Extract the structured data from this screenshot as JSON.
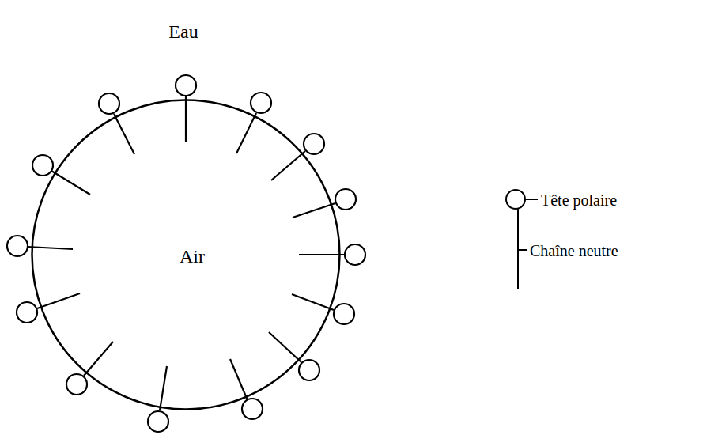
{
  "diagram": {
    "nodes": [
      {
        "text": [
          "Air"
        ]
      }
    ],
    "labels": [
      "Eau"
    ],
    "legend": [
      {
        "text": "Tête polaire"
      },
      {
        "text": "Chaîne neutre"
      }
    ]
  }
}
